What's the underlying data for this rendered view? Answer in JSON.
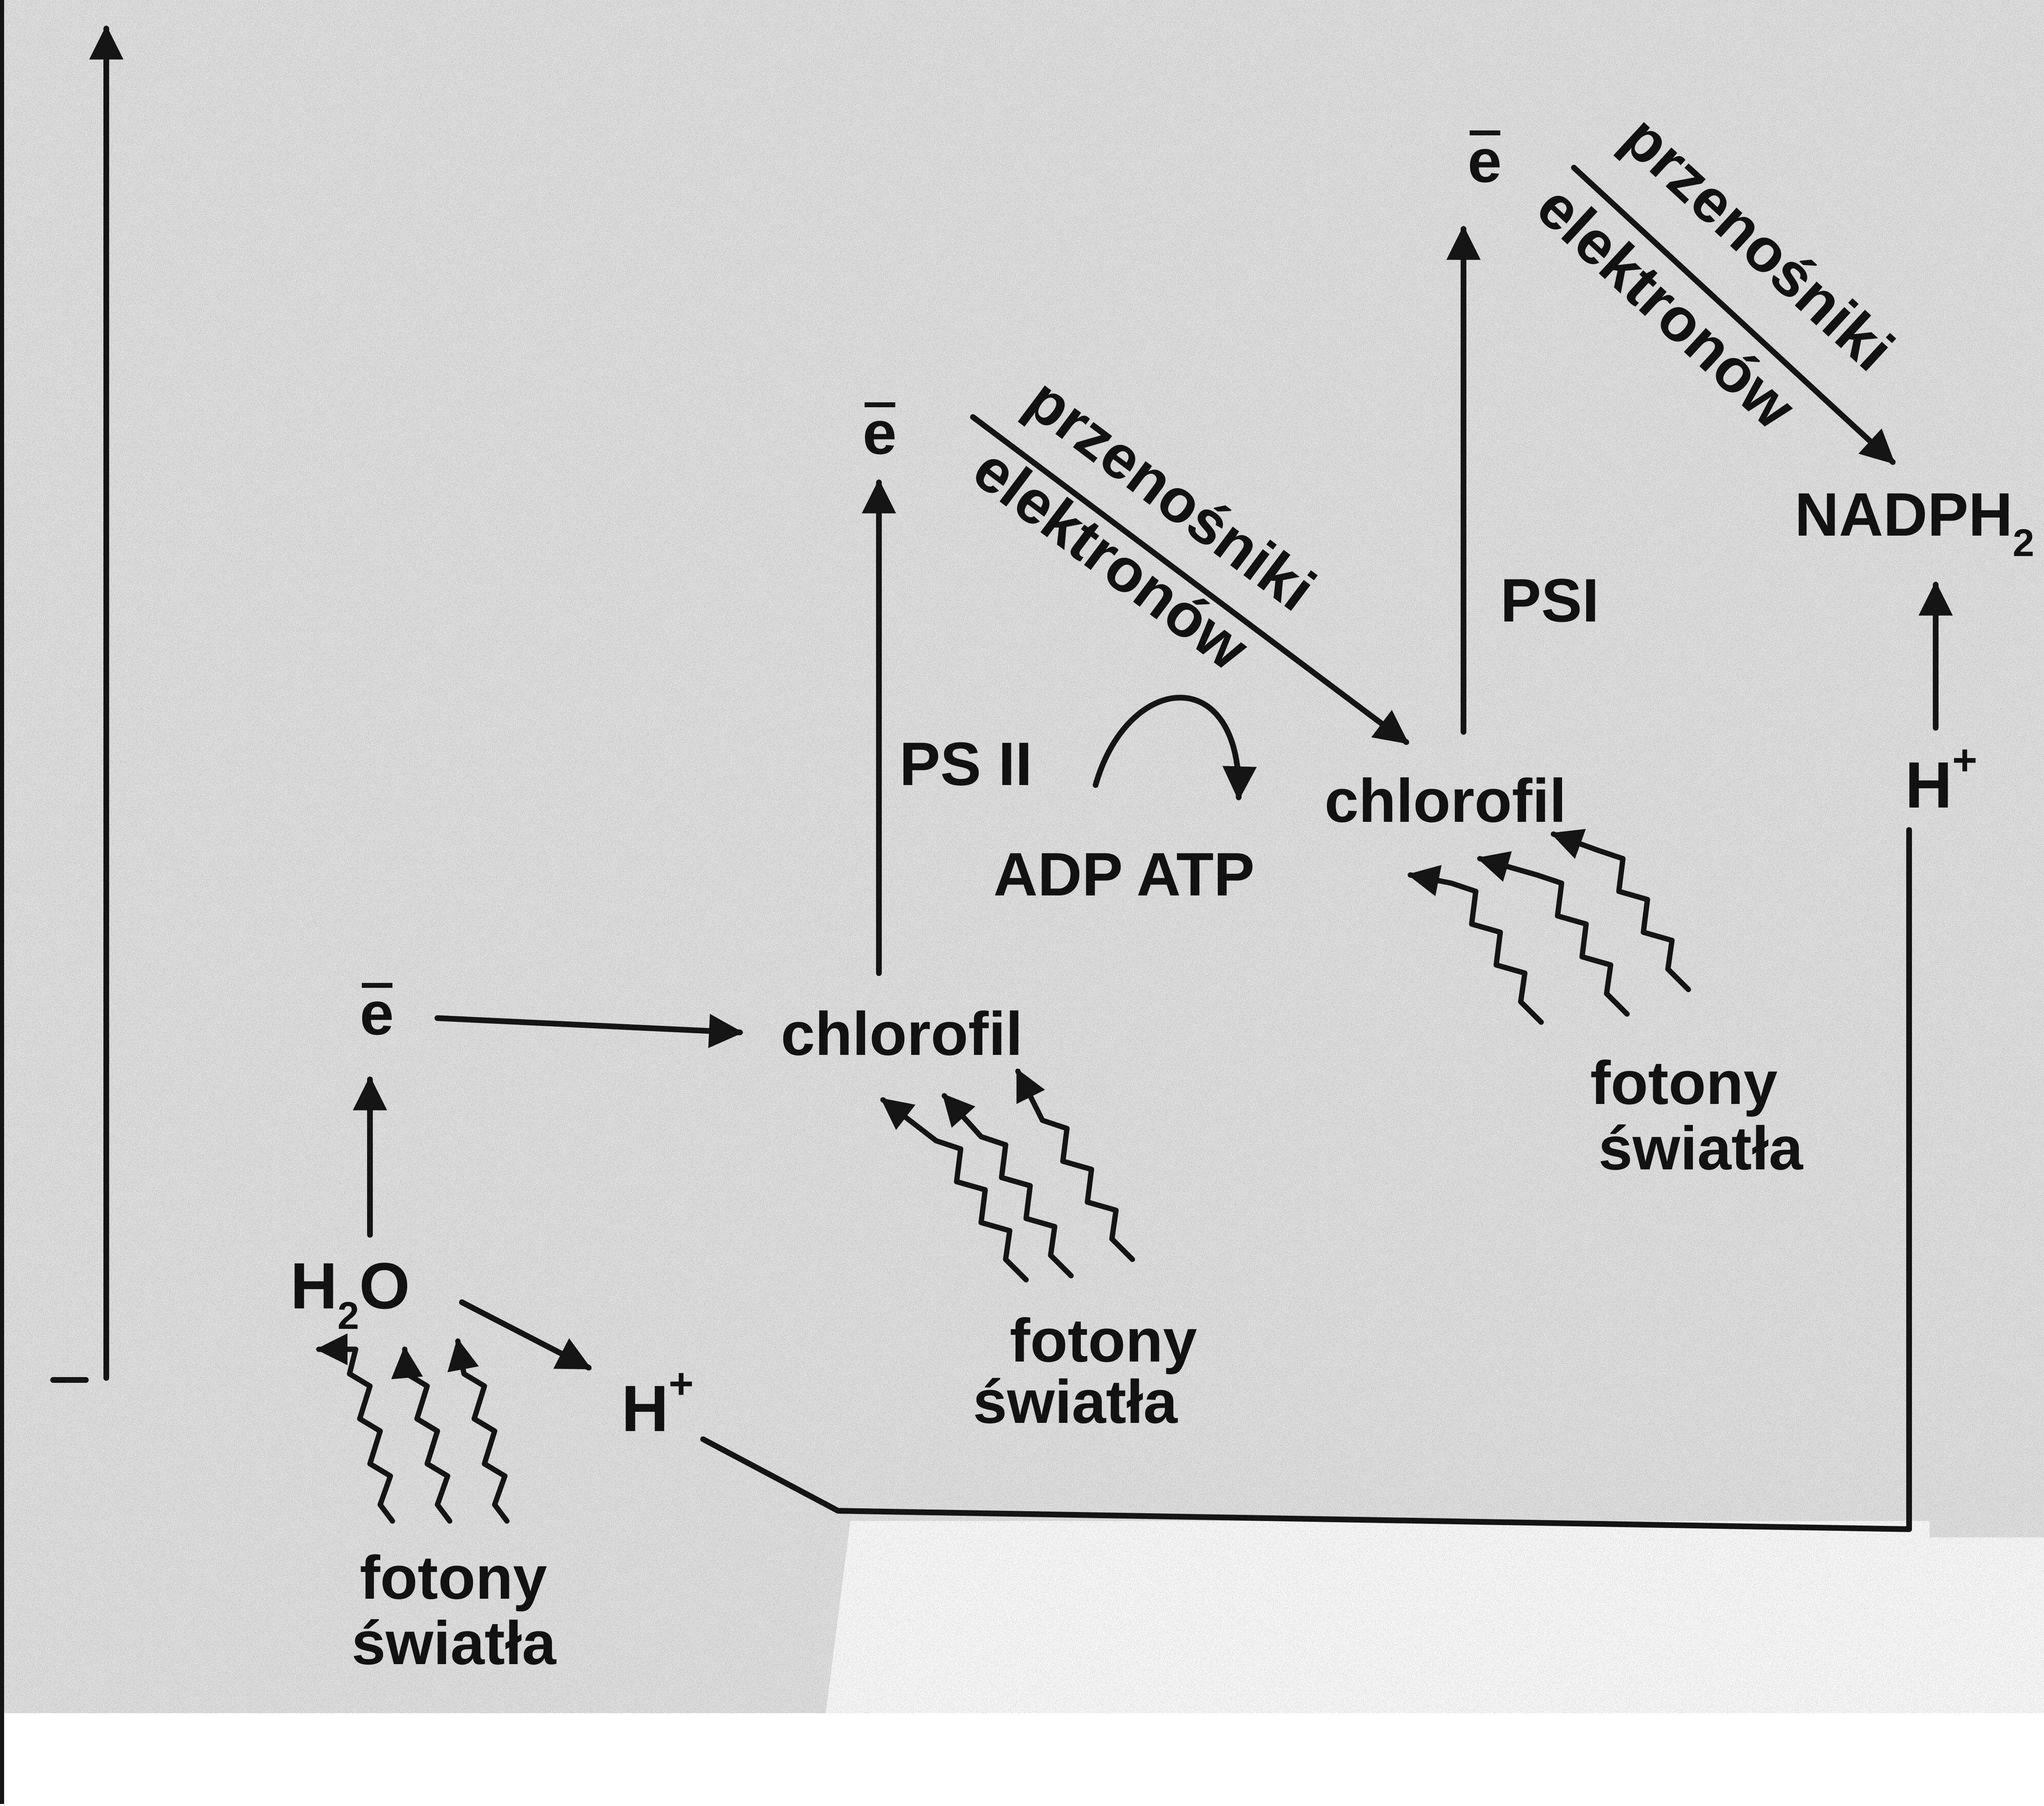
{
  "diagram": {
    "electron_symbol": "e",
    "carriers": {
      "line1": "przenośniki",
      "line2": "elektronów"
    },
    "nodes": {
      "h2o": {
        "main": "H",
        "sub": "2",
        "tail": "O"
      },
      "h_plus_left": {
        "main": "H",
        "sup": "+"
      },
      "h_plus_right": {
        "main": "H",
        "sup": "+"
      },
      "chlorophyll_1": "chlorofil",
      "chlorophyll_2": "chlorofil",
      "nadph2": {
        "main": "NADPH",
        "sub": "2"
      },
      "ps2": "PS II",
      "ps1": "PSI",
      "adp_atp": "ADP ATP"
    },
    "photons": {
      "line1": "fotony",
      "line2": "światła"
    },
    "colors": {
      "ink": "#111111",
      "paper": "#ffffff"
    }
  }
}
